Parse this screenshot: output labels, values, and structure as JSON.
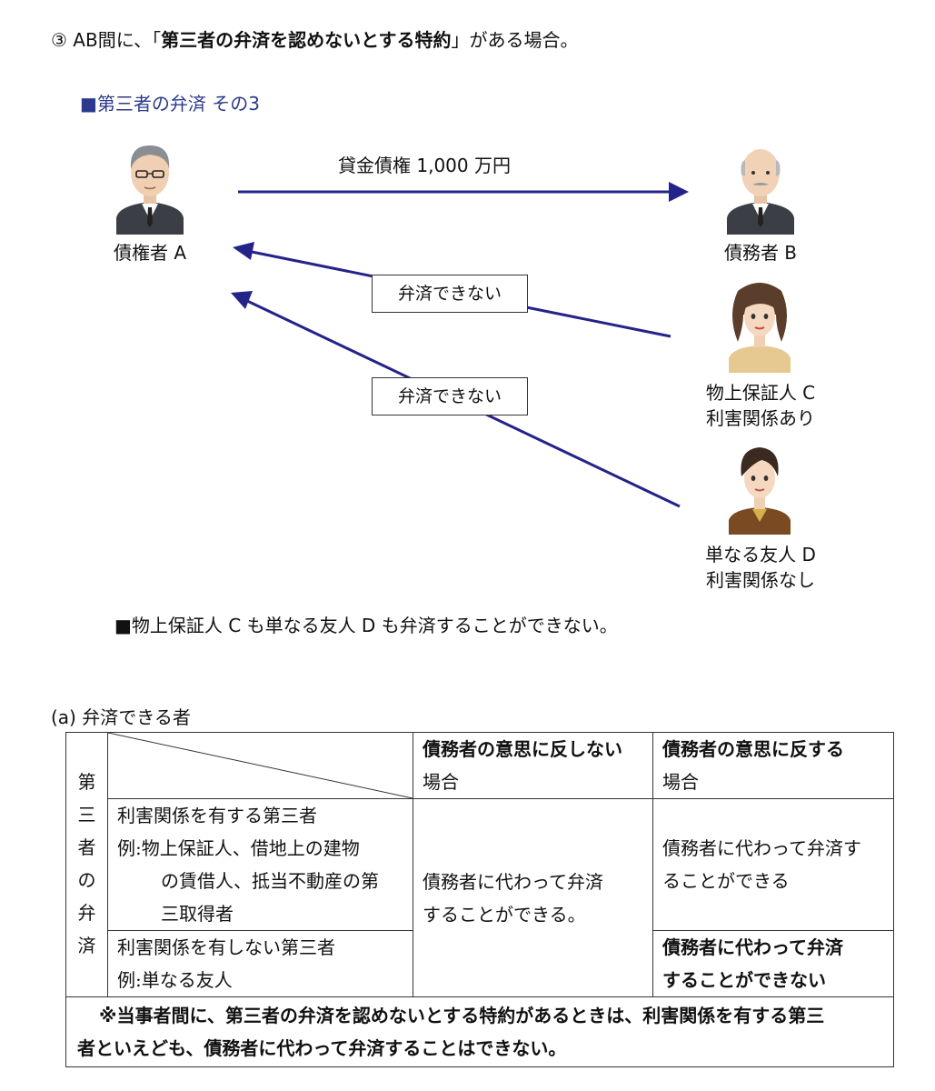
{
  "heading": {
    "prefix": "③ AB間に、「",
    "bold": "第三者の弁済を認めないとする特約",
    "suffix": "」がある場合。"
  },
  "diagram": {
    "title": "■第三者の弁済 その3",
    "loan_label": "貸金債権 1,000 万円",
    "creditor_label": "債権者 A",
    "debtor_label": "債務者 B",
    "guarantor_label_1": "物上保証人 C",
    "guarantor_label_2": "利害関係あり",
    "friend_label_1": "単なる友人 D",
    "friend_label_2": "利害関係なし",
    "cannot_pay_1": "弁済できない",
    "cannot_pay_2": "弁済できない",
    "summary": "■物上保証人 C も単なる友人 D も弁済することができない。",
    "colors": {
      "arrow": "#23238a",
      "title": "#2b3a8c"
    },
    "icons": [
      "creditor-avatar-icon",
      "debtor-avatar-icon",
      "guarantor-avatar-icon",
      "friend-avatar-icon"
    ]
  },
  "table": {
    "caption": "(a) 弁済できる者",
    "col_not_against_1": "債務者の意思に反しない",
    "col_not_against_2": "場合",
    "col_against_1": "債務者の意思に反する",
    "col_against_2": "場合",
    "row_label_chars": [
      "第",
      "三",
      "者",
      "の",
      "弁",
      "済"
    ],
    "interested_1": "利害関係を有する第三者",
    "interested_2": "例:物上保証人、借地上の建物",
    "interested_3": "の賃借人、抵当不動産の第",
    "interested_4": "三取得者",
    "uninterested_1": "利害関係を有しない第三者",
    "uninterested_2": "例:単なる友人",
    "cell_can_pay_1": "債務者に代わって弁済",
    "cell_can_pay_2": "することができる。",
    "cell_against_interested_1": "債務者に代わって弁済す",
    "cell_against_interested_2": "ることができる",
    "cell_against_uninterested_1": "債務者に代わって弁済",
    "cell_against_uninterested_2": "することができない",
    "note_1": "※当事者間に、第三者の弁済を認めないとする特約があるときは、利害関係を有する第三",
    "note_2": "者といえども、債務者に代わって弁済することはできない。"
  }
}
